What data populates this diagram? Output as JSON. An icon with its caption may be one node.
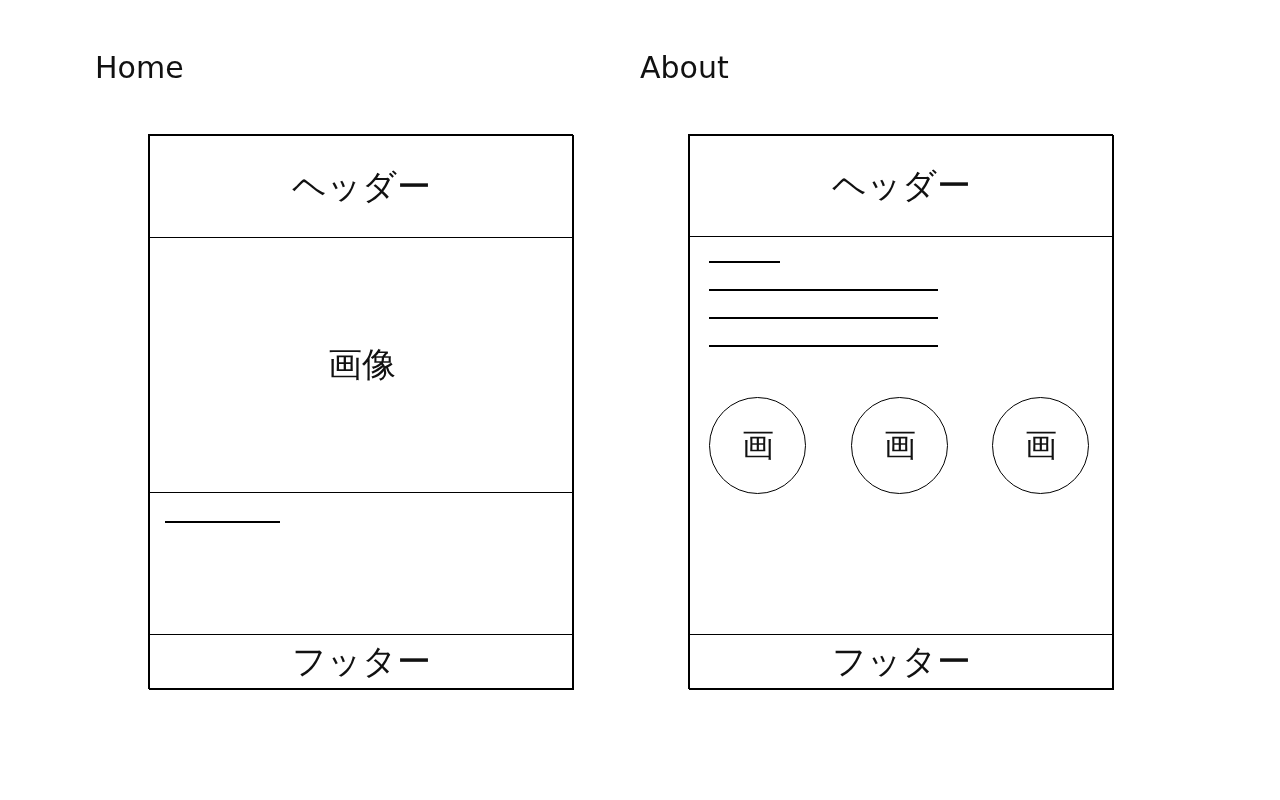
{
  "diagram": {
    "nodes": [
      {
        "text": [
          "Home"
        ]
      },
      {
        "text": [
          "ヘッダー"
        ],
        "in": 0
      },
      {
        "text": [
          "画像"
        ],
        "in": 0
      },
      {
        "text": [],
        "shape": "box",
        "in": 0
      },
      {
        "text": [
          "フッター"
        ],
        "in": 0
      },
      {
        "text": [
          "About"
        ]
      },
      {
        "text": [
          "ヘッダー"
        ],
        "in": 5
      },
      {
        "text": [],
        "shape": "box",
        "in": 5
      },
      {
        "text": [
          "画"
        ],
        "in": 7
      },
      {
        "text": [
          "画"
        ],
        "in": 7
      },
      {
        "text": [
          "画"
        ],
        "in": 7
      },
      {
        "text": [
          "フッター"
        ],
        "in": 5
      }
    ],
    "edges": []
  }
}
